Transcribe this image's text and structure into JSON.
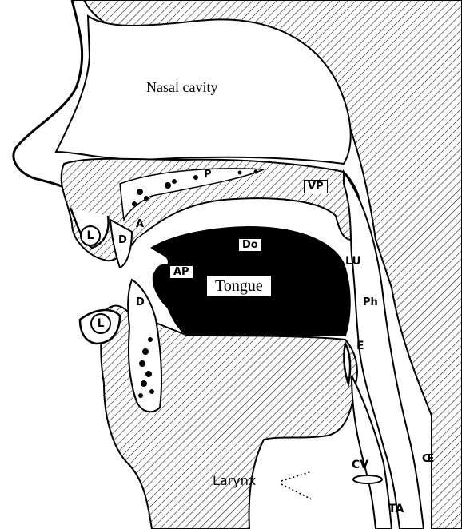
{
  "labels": {
    "nasal_cavity": "Nasal cavity",
    "tongue": "Tongue",
    "lip_upper": "L",
    "lip_lower": "L",
    "teeth_upper": "D",
    "teeth_lower": "D",
    "alveolar": "A",
    "palate": "P",
    "velum": "VP",
    "dorsum": "Do",
    "apex": "AP",
    "uvula": "LU",
    "pharynx": "Ph",
    "epiglottis": "E",
    "oesophagus": "Œ",
    "vocal_cords": "CV",
    "trachea": "TA",
    "larynx": "Larynx"
  },
  "colors": {
    "ink": "#000000",
    "paper": "#ffffff",
    "hatch": "#1a1a1a"
  }
}
